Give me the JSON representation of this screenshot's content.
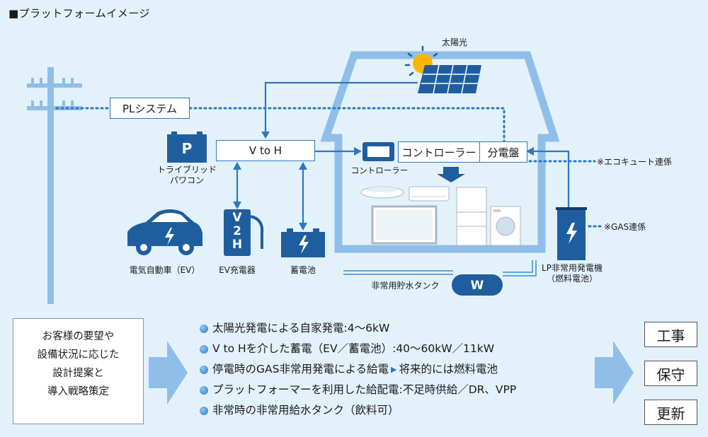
{
  "heading": "■プラットフォームイメージ",
  "labels": {
    "solar": "太陽光",
    "pl_system": "PLシステム",
    "hybrid_pc": "トライブリッド\nパワコン",
    "v2h": "V to H",
    "controller_small": "コントローラー",
    "controller_box": "コントローラー",
    "distribution_board": "分電盤",
    "eco_cute_note": "※エコキュート連係",
    "gas_note": "※GAS連係",
    "ev": "電気自動車（EV）",
    "ev_charger": "EV充電器",
    "battery": "蓄電池",
    "water_tank": "非常用貯水タンク",
    "lp_generator": "LP非常用発電機\n（燃料電池）",
    "p_icon": "P",
    "w_icon": "W",
    "v2h_charger_text": "V2H"
  },
  "left_box": "お客様の要望や\n設備状況に応じた\n設計提案と\n導入戦略策定",
  "points": [
    {
      "text": "太陽光発電による自家発電:4～6kW"
    },
    {
      "text": "V to Hを介した蓄電（EV／蓄電池）:40～60kW／11kW"
    },
    {
      "text": "停電時のGAS非常用発電による給電",
      "arrow": "▶",
      "text2": "将来的には燃料電池"
    },
    {
      "text": "プラットフォーマーを利用した給配電:不足時供給／DR、VPP"
    },
    {
      "text": "非常時の非常用給水タンク（飲料可）"
    }
  ],
  "right_boxes": [
    "工事",
    "保守",
    "更新"
  ],
  "colors": {
    "accent": "#2b78c2",
    "house": "#8fbfe8",
    "background": "#e3f1fb",
    "arrow": "#8fbfe8"
  }
}
